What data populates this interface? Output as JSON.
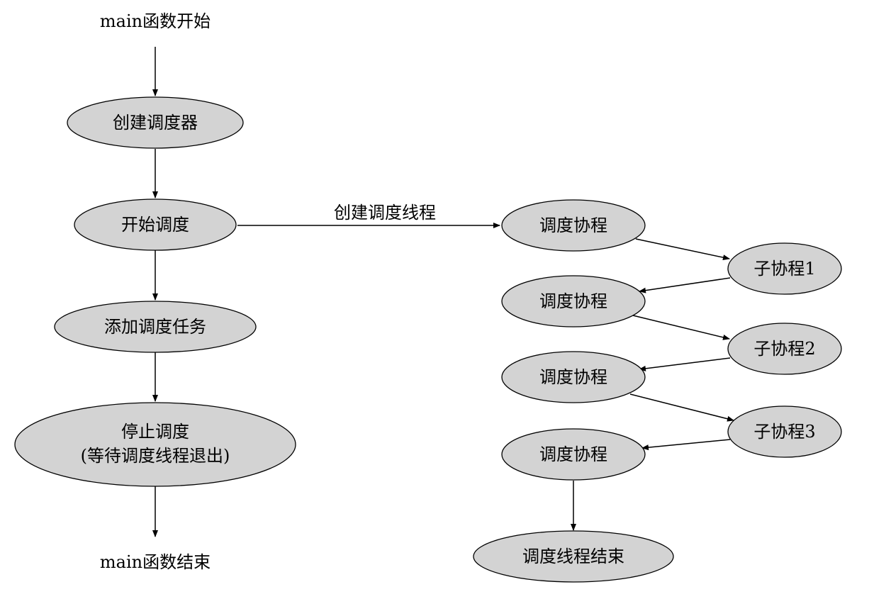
{
  "colors": {
    "node_fill": "#d3d3d3",
    "node_stroke": "#000000",
    "edge": "#000000",
    "background": "#ffffff"
  },
  "main_flow": {
    "start": "main函数开始",
    "create_scheduler": "创建调度器",
    "start_schedule": "开始调度",
    "add_task": "添加调度任务",
    "stop_line1": "停止调度",
    "stop_line2": "(等待调度线程退出)",
    "end": "main函数结束"
  },
  "edge_labels": {
    "create_thread": "创建调度线程"
  },
  "thread_flow": {
    "sched_1": "调度协程",
    "sub_1": "子协程1",
    "sched_2": "调度协程",
    "sub_2": "子协程2",
    "sched_3": "调度协程",
    "sub_3": "子协程3",
    "sched_4": "调度协程",
    "thread_end": "调度线程结束"
  }
}
